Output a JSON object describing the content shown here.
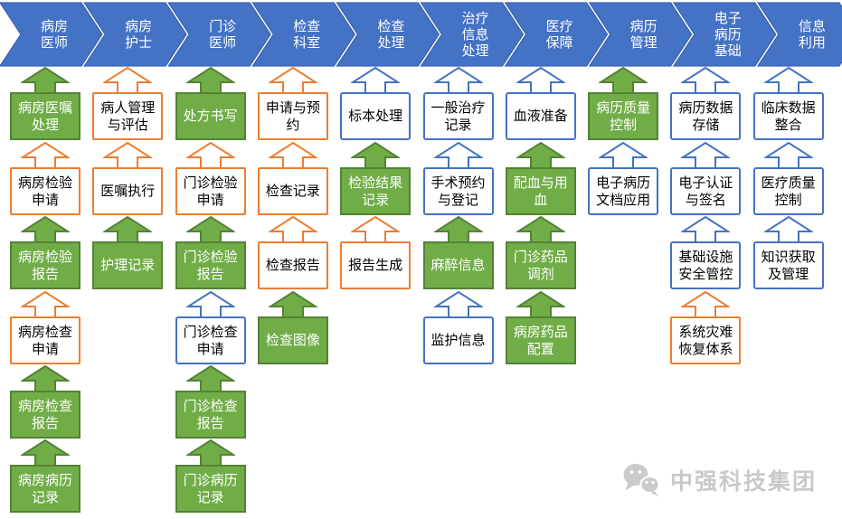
{
  "palette": {
    "stage_blue": "#4472C4",
    "stage_blue_border": "#3E66B0",
    "green": "#70AD47",
    "green_border": "#548235",
    "orange": "#ED7D31",
    "box_text_light": "#FFFFFF",
    "box_text_dark": "#000000",
    "watermark_gray": "#C9C9C9"
  },
  "stages": [
    {
      "label": "病房\n医师",
      "boxes": [
        {
          "label": "病房医嘱处理",
          "style": "green"
        },
        {
          "label": "病房检验申请",
          "style": "orange"
        },
        {
          "label": "病房检验报告",
          "style": "green"
        },
        {
          "label": "病房检查申请",
          "style": "orange"
        },
        {
          "label": "病房检查报告",
          "style": "green"
        },
        {
          "label": "病房病历记录",
          "style": "green"
        }
      ]
    },
    {
      "label": "病房\n护士",
      "boxes": [
        {
          "label": "病人管理与评估",
          "style": "orange"
        },
        {
          "label": "医嘱执行",
          "style": "orange"
        },
        {
          "label": "护理记录",
          "style": "green"
        }
      ]
    },
    {
      "label": "门诊\n医师",
      "boxes": [
        {
          "label": "处方书写",
          "style": "green"
        },
        {
          "label": "门诊检验申请",
          "style": "orange"
        },
        {
          "label": "门诊检验报告",
          "style": "green"
        },
        {
          "label": "门诊检查申请",
          "style": "blue"
        },
        {
          "label": "门诊检查报告",
          "style": "green"
        },
        {
          "label": "门诊病历记录",
          "style": "green"
        }
      ]
    },
    {
      "label": "检查\n科室",
      "boxes": [
        {
          "label": "申请与预约",
          "style": "orange"
        },
        {
          "label": "检查记录",
          "style": "orange"
        },
        {
          "label": "检查报告",
          "style": "orange"
        },
        {
          "label": "检查图像",
          "style": "green"
        }
      ]
    },
    {
      "label": "检查\n处理",
      "boxes": [
        {
          "label": "标本处理",
          "style": "blue"
        },
        {
          "label": "检验结果记录",
          "style": "green"
        },
        {
          "label": "报告生成",
          "style": "orange"
        }
      ]
    },
    {
      "label": "治疗\n信息\n处理",
      "boxes": [
        {
          "label": "一般治疗记录",
          "style": "blue"
        },
        {
          "label": "手术预约与登记",
          "style": "blue"
        },
        {
          "label": "麻醉信息",
          "style": "green"
        },
        {
          "label": "监护信息",
          "style": "blue"
        }
      ]
    },
    {
      "label": "医疗\n保障",
      "boxes": [
        {
          "label": "血液准备",
          "style": "blue"
        },
        {
          "label": "配血与用血",
          "style": "green"
        },
        {
          "label": "门诊药品调剂",
          "style": "green"
        },
        {
          "label": "病房药品配置",
          "style": "green"
        }
      ]
    },
    {
      "label": "病历\n管理",
      "boxes": [
        {
          "label": "病历质量控制",
          "style": "green"
        },
        {
          "label": "电子病历文档应用",
          "style": "blue"
        }
      ]
    },
    {
      "label": "电子\n病历\n基础",
      "boxes": [
        {
          "label": "病历数据存储",
          "style": "blue"
        },
        {
          "label": "电子认证与签名",
          "style": "blue"
        },
        {
          "label": "基础设施安全管控",
          "style": "blue"
        },
        {
          "label": "系统灾难恢复体系",
          "style": "orange"
        }
      ]
    },
    {
      "label": "信息\n利用",
      "boxes": [
        {
          "label": "临床数据整合",
          "style": "blue"
        },
        {
          "label": "医疗质量控制",
          "style": "blue"
        },
        {
          "label": "知识获取及管理",
          "style": "blue"
        }
      ]
    }
  ],
  "watermark": {
    "brand": "中强科技集团",
    "icon": "wechat-icon"
  }
}
